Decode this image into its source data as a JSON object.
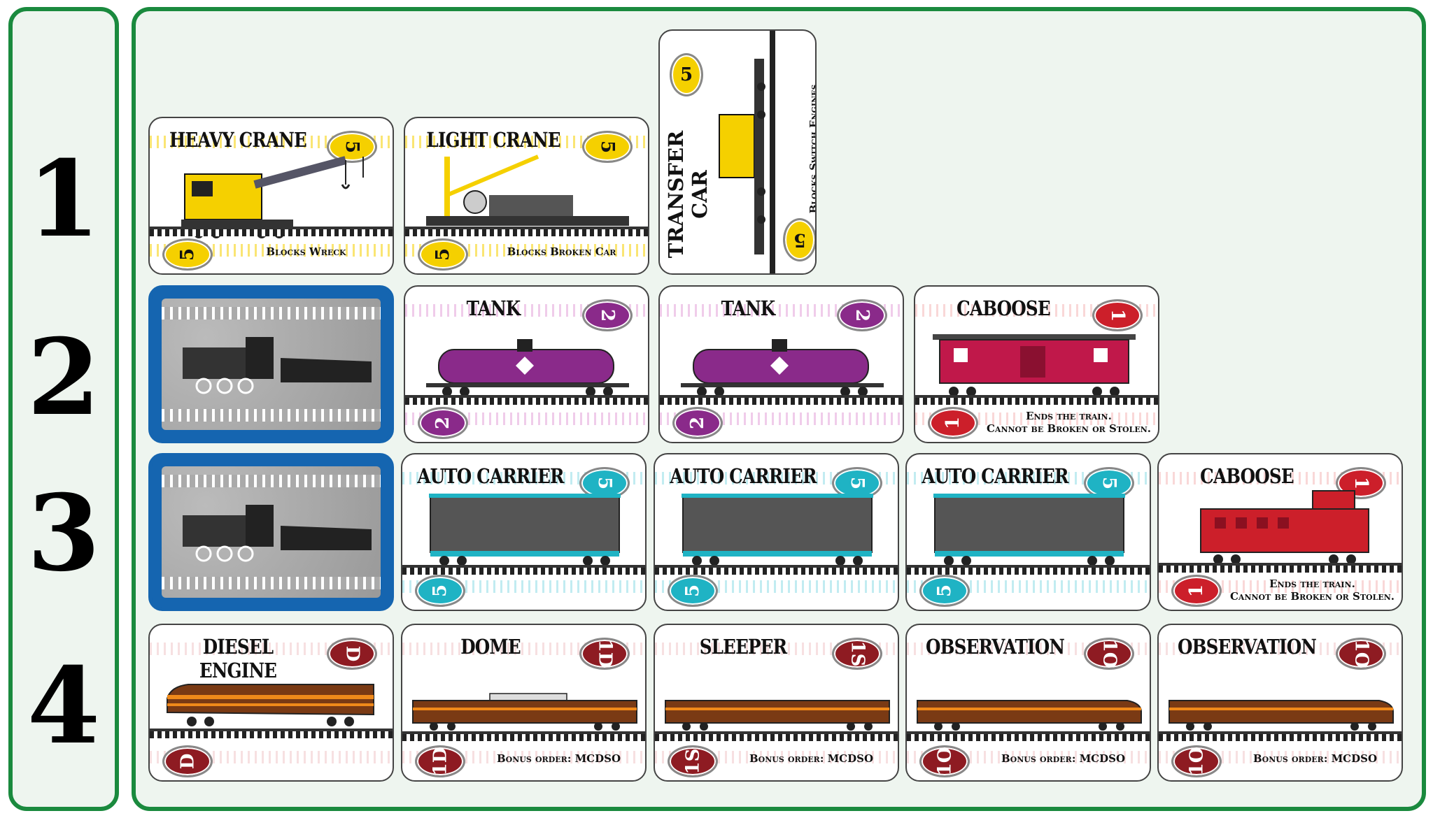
{
  "row_numbers": [
    "1",
    "2",
    "3",
    "4"
  ],
  "colors": {
    "border_green": "#1a8a3e",
    "back_blue": "#1565b0",
    "yellow": "#f5d000",
    "purple": "#8a2a8a",
    "red": "#cc1f2a",
    "teal": "#1fb3c4",
    "maroon": "#8e1b22"
  },
  "cards": {
    "heavy_crane": {
      "title": "HEAVY CRANE",
      "value": "5",
      "desc": "Blocks Wreck"
    },
    "light_crane": {
      "title": "LIGHT CRANE",
      "value": "5",
      "desc": "Blocks Broken Car"
    },
    "transfer_car": {
      "title": "TRANSFER CAR",
      "value": "5",
      "desc": "Blocks Switch Engines"
    },
    "tank_1": {
      "title": "TANK",
      "value": "2"
    },
    "tank_2": {
      "title": "TANK",
      "value": "2"
    },
    "caboose_1": {
      "title": "CABOOSE",
      "value": "1",
      "desc_line1": "Ends the train.",
      "desc_line2": "Cannot be Broken or Stolen."
    },
    "auto_carrier_1": {
      "title": "AUTO CARRIER",
      "value": "5"
    },
    "auto_carrier_2": {
      "title": "AUTO CARRIER",
      "value": "5"
    },
    "auto_carrier_3": {
      "title": "AUTO CARRIER",
      "value": "5"
    },
    "caboose_2": {
      "title": "CABOOSE",
      "value": "1",
      "desc_line1": "Ends the train.",
      "desc_line2": "Cannot be Broken or Stolen."
    },
    "diesel_engine": {
      "title": "DIESEL ENGINE",
      "value": "D"
    },
    "dome": {
      "title": "DOME",
      "value": "1D",
      "desc": "Bonus order: MCDSO"
    },
    "sleeper": {
      "title": "SLEEPER",
      "value": "1S",
      "desc": "Bonus order: MCDSO"
    },
    "observation_1": {
      "title": "OBSERVATION",
      "value": "1O",
      "desc": "Bonus order: MCDSO"
    },
    "observation_2": {
      "title": "OBSERVATION",
      "value": "1O",
      "desc": "Bonus order: MCDSO"
    }
  }
}
